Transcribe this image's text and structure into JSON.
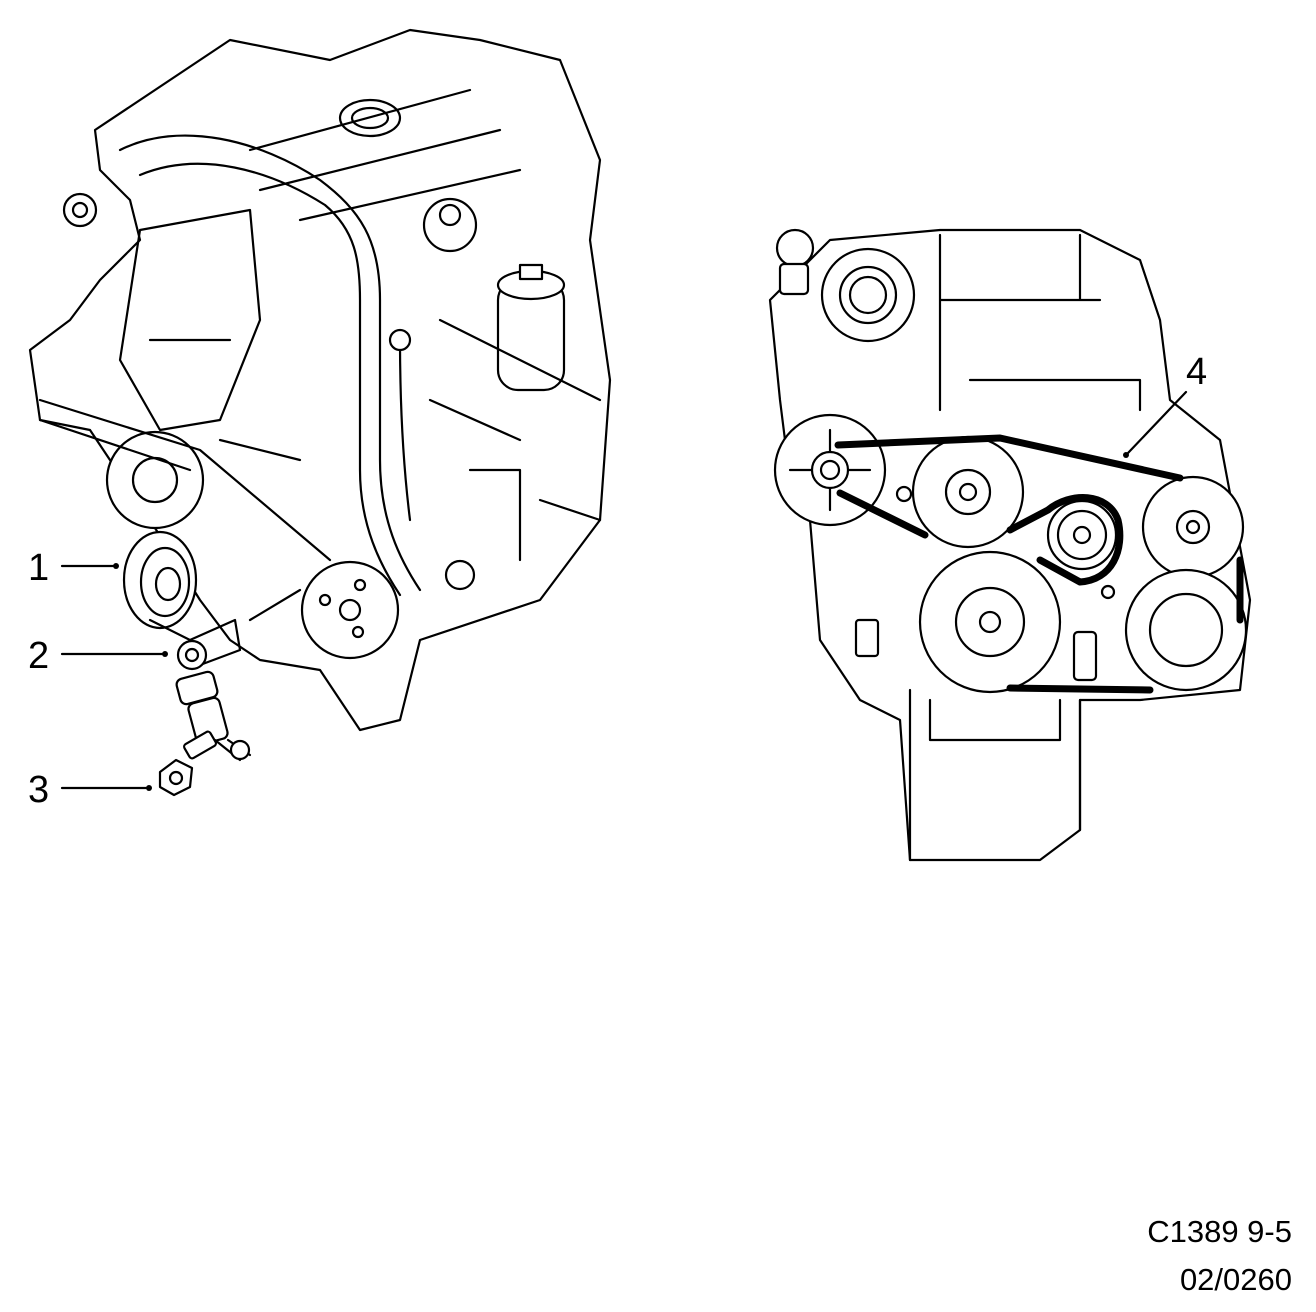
{
  "callouts": [
    {
      "id": "1",
      "label": "1"
    },
    {
      "id": "2",
      "label": "2"
    },
    {
      "id": "3",
      "label": "3"
    },
    {
      "id": "4",
      "label": "4"
    }
  ],
  "reference": {
    "code": "C1389 9-5",
    "date": "02/0260"
  },
  "colors": {
    "line": "#000000",
    "background": "#ffffff"
  }
}
